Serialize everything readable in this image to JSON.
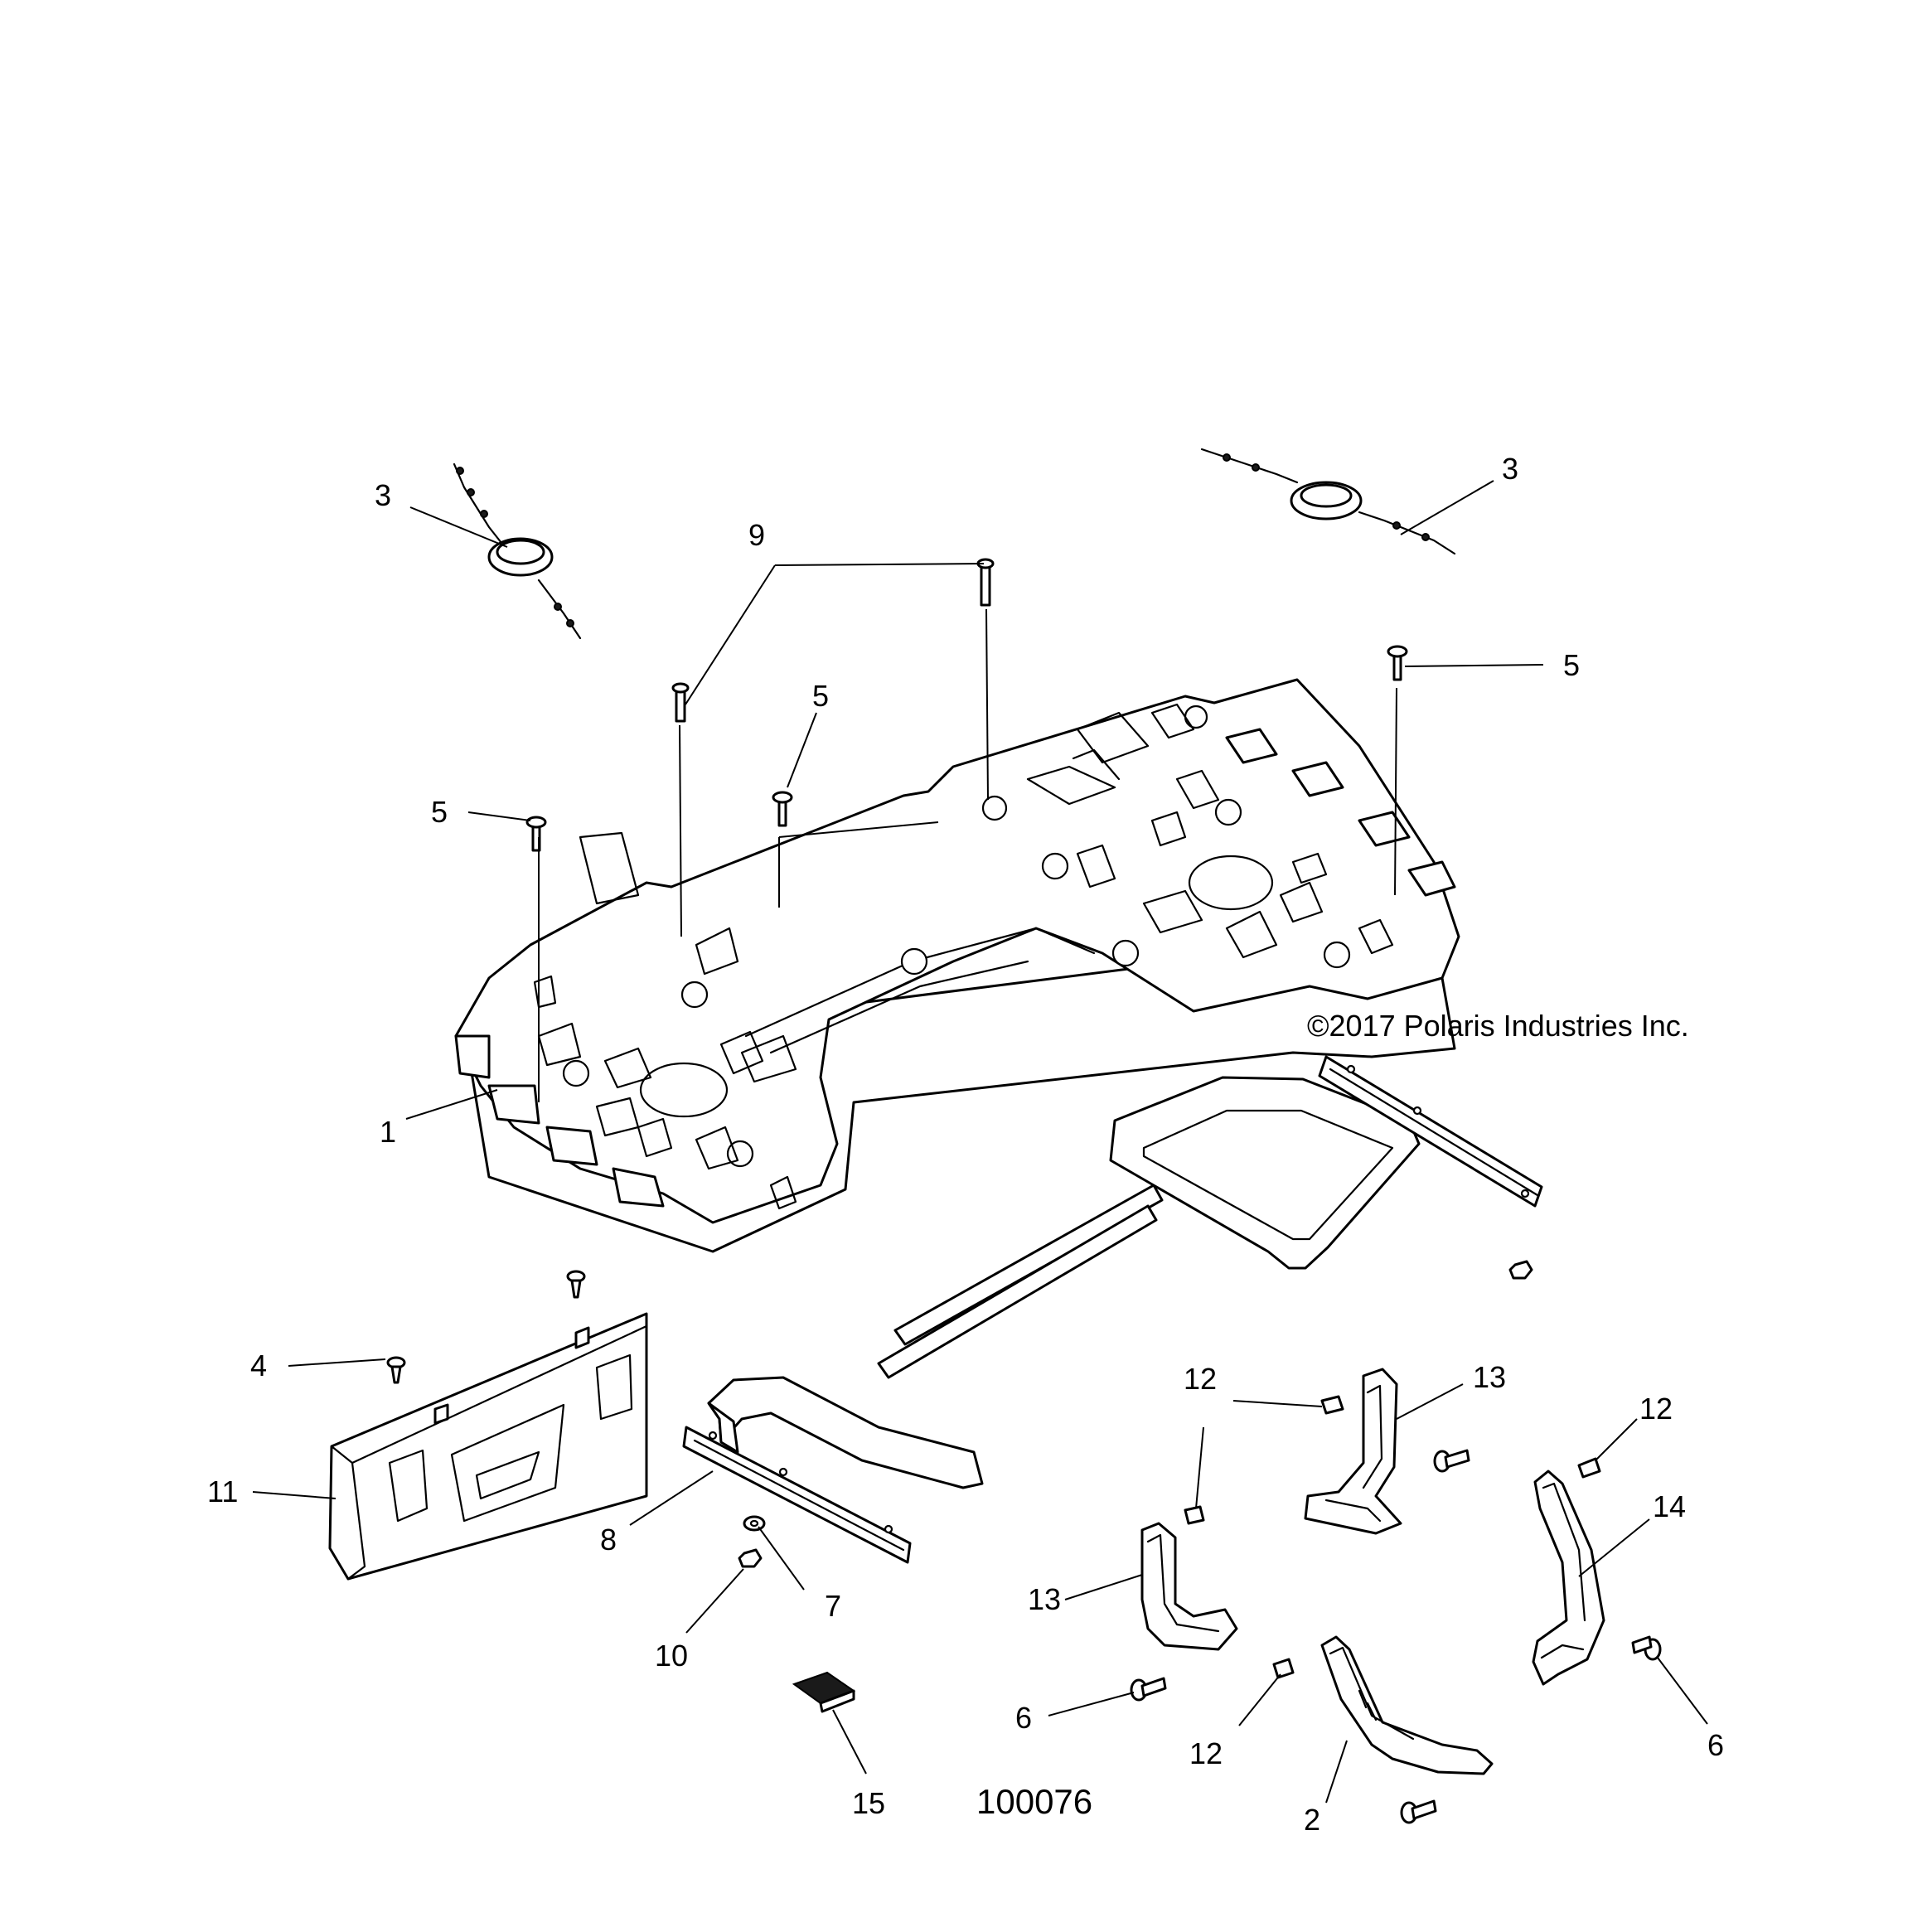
{
  "copyright": "©2017 Polaris Industries Inc.",
  "drawing_number": "100076",
  "callouts": {
    "c1": "1",
    "c2": "2",
    "c3a": "3",
    "c3b": "3",
    "c4": "4",
    "c5a": "5",
    "c5b": "5",
    "c5c": "5",
    "c6a": "6",
    "c6b": "6",
    "c7": "7",
    "c8": "8",
    "c9": "9",
    "c10": "10",
    "c11": "11",
    "c12a": "12",
    "c12b": "12",
    "c12c": "12",
    "c13a": "13",
    "c13b": "13",
    "c14": "14",
    "c15": "15"
  }
}
